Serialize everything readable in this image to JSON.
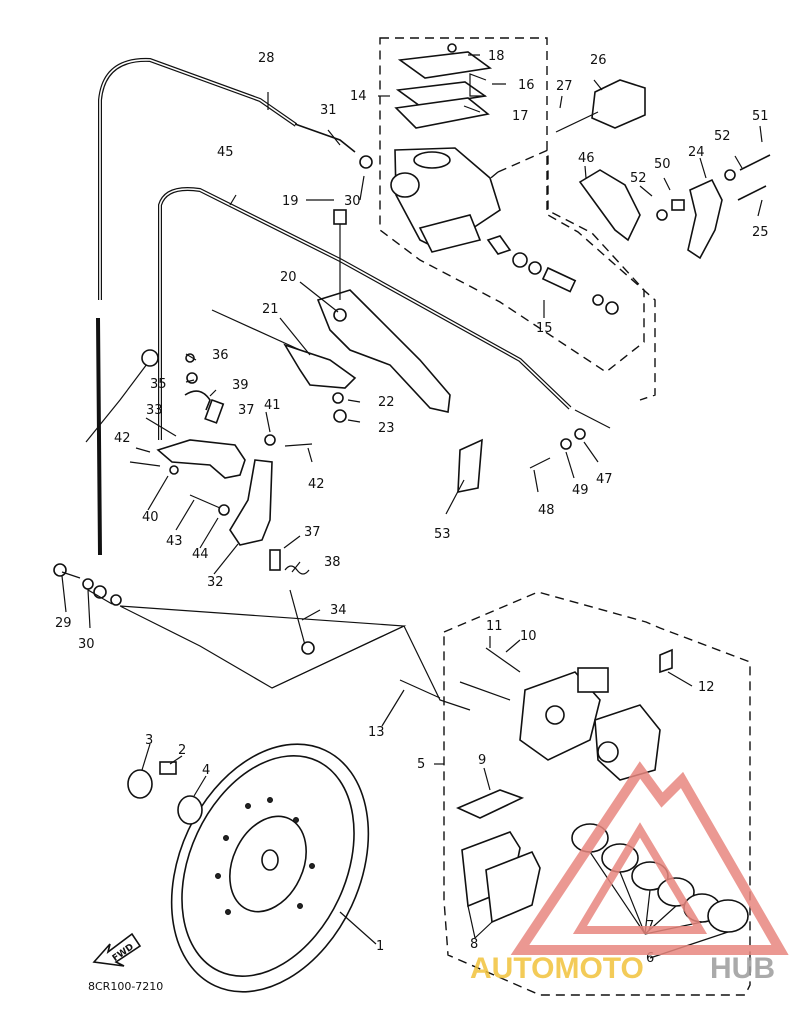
{
  "diagram": {
    "code": "8CR100-7210",
    "direction_label": "FWD",
    "labels": {
      "n1": "1",
      "n2": "2",
      "n3": "3",
      "n4": "4",
      "n5": "5",
      "n6": "6",
      "n7": "7",
      "n8": "8",
      "n9": "9",
      "n10": "10",
      "n11": "11",
      "n12": "12",
      "n13": "13",
      "n14": "14",
      "n15": "15",
      "n16": "16",
      "n17": "17",
      "n18": "18",
      "n19": "19",
      "n20": "20",
      "n21": "21",
      "n22": "22",
      "n23": "23",
      "n24": "24",
      "n25": "25",
      "n26": "26",
      "n27": "27",
      "n28": "28",
      "n29": "29",
      "n30a": "30",
      "n30b": "30",
      "n31": "31",
      "n32": "32",
      "n33": "33",
      "n34": "34",
      "n35": "35",
      "n36": "36",
      "n37a": "37",
      "n37b": "37",
      "n38": "38",
      "n39": "39",
      "n40": "40",
      "n41": "41",
      "n42a": "42",
      "n42b": "42",
      "n43": "43",
      "n44": "44",
      "n45": "45",
      "n46": "46",
      "n47": "47",
      "n48": "48",
      "n49": "49",
      "n50": "50",
      "n51": "51",
      "n52a": "52",
      "n52b": "52",
      "n53": "53"
    }
  },
  "watermark": {
    "text_auto": "AUTOMOTO",
    "text_hub": "HUB",
    "colors": {
      "triangle": "#e8877f",
      "auto": "#f2c23c",
      "hub": "#9c9c9c"
    }
  }
}
